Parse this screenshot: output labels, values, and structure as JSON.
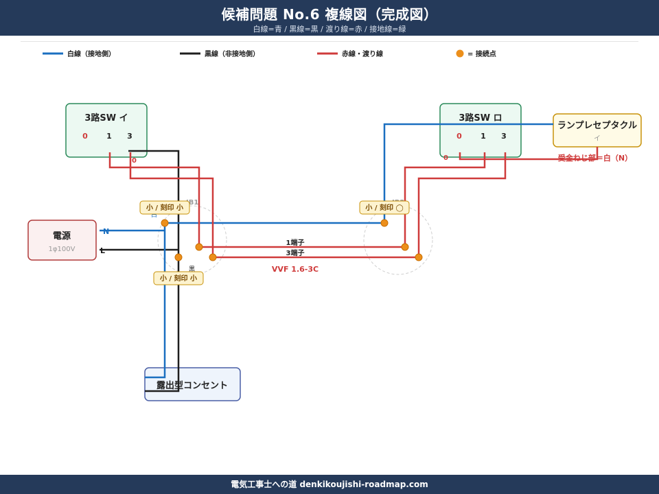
{
  "header": {
    "title": "候補問題 No.6 複線図（完成図）",
    "subtitle": "白線=青 / 黒線=黒 / 渡り線=赤 / 接地線=緑"
  },
  "legend": {
    "white": "白線（接地側）",
    "black": "黒線（非接地側）",
    "red": "赤線・渡り線",
    "conn": "= 接続点"
  },
  "colors": {
    "white_wire": "#1a6fc0",
    "black_wire": "#1e1e1e",
    "red_wire": "#cf3b3b",
    "connection_point": "#ec8f1b",
    "switch_fill": "#ecf9f2",
    "switch_stroke": "#2b8a5a",
    "lamp_fill": "#fffbe6",
    "lamp_stroke": "#c8920a",
    "power_fill": "#fbf0f0",
    "power_stroke": "#b03a3a",
    "outlet_fill": "#eef4fc",
    "outlet_stroke": "#4a5fa5"
  },
  "sw_i": {
    "title": "3路SW イ",
    "t0": "0",
    "t1": "1",
    "t3": "3",
    "wire_label": "0"
  },
  "sw_ro": {
    "title": "3路SW ロ",
    "t0": "0",
    "t1": "1",
    "t3": "3",
    "wire_label": "0"
  },
  "lamp": {
    "title": "ランプレセプタクル",
    "sub": "イ",
    "note": "受金ねじ部＝白（N）"
  },
  "power": {
    "title": "電源",
    "sub": "1φ100V",
    "n": "N",
    "l": "L"
  },
  "outlet": {
    "title": "露出型コンセント"
  },
  "jb1": {
    "label": "JB1",
    "sleeve_top": "小 / 刻印 小",
    "sleeve_bottom": "小 / 刻印 小",
    "wire_white": "白",
    "wire_black": "黒"
  },
  "jb2": {
    "label": "JB2",
    "sleeve": "小 / 刻印 ◯"
  },
  "cable": {
    "t1": "1端子",
    "t3": "3端子",
    "spec": "VVF 1.6-3C"
  },
  "footer": {
    "text": "電気工事士への道 denkikoujishi-roadmap.com"
  }
}
